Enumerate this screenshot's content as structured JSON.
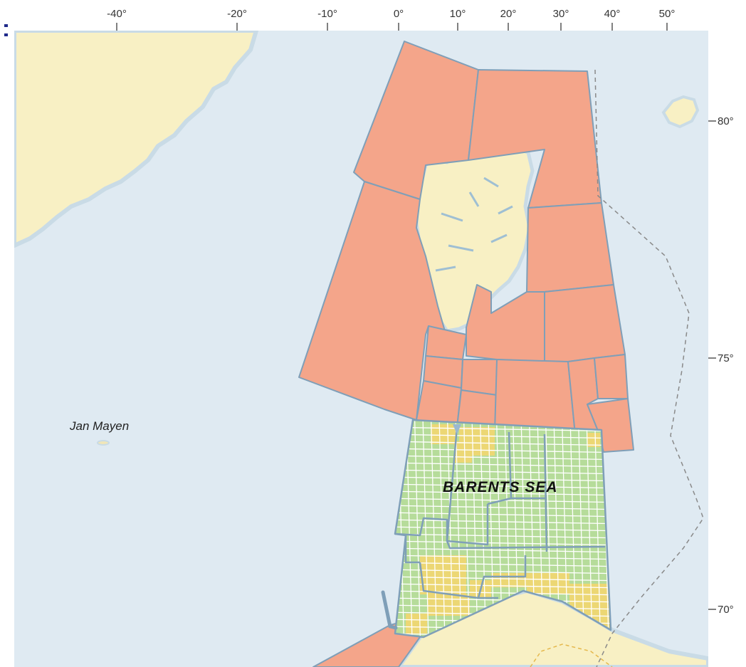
{
  "map": {
    "longitude_labels": [
      {
        "text": "-40°",
        "lon": -40
      },
      {
        "text": "-20°",
        "lon": -20
      },
      {
        "text": "-10°",
        "lon": -10
      },
      {
        "text": "0°",
        "lon": 0
      },
      {
        "text": "10°",
        "lon": 10
      },
      {
        "text": "20°",
        "lon": 20
      },
      {
        "text": "30°",
        "lon": 30
      },
      {
        "text": "40°",
        "lon": 40
      },
      {
        "text": "50°",
        "lon": 50
      }
    ],
    "latitude_labels": [
      {
        "text": "80°",
        "lat": 80
      },
      {
        "text": "75°",
        "lat": 75
      },
      {
        "text": "70°",
        "lat": 70
      }
    ],
    "places": [
      {
        "id": "jan-mayen",
        "text": "Jan Mayen"
      }
    ],
    "regions": [
      {
        "id": "barents-sea",
        "text": "BARENTS SEA"
      }
    ],
    "colors": {
      "sea": "#dfeaf2",
      "land": "#f8f0c4",
      "closed_area": "#f4a58a",
      "open_block": "#b6dc9a",
      "awarded_block": "#ecd774",
      "boundary": "#7f9fb8",
      "grid_line": "#ffffff",
      "dashed_line": "#8a8a8a"
    }
  }
}
